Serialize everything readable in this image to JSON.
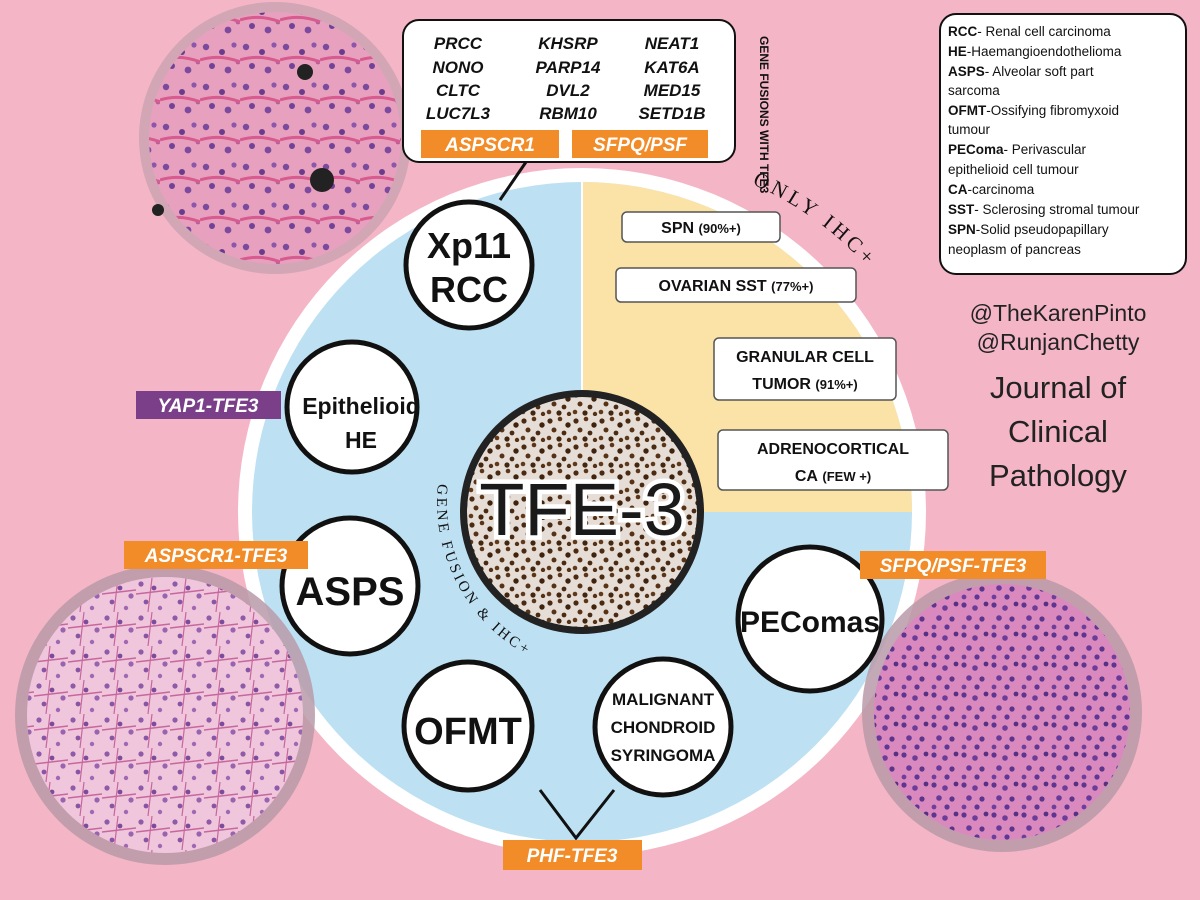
{
  "center": {
    "label": "TFE-3"
  },
  "gene_fusion_box": {
    "title": "GENE FUSIONS WITH TFE3",
    "genes": [
      "PRCC",
      "NONO",
      "CLTC",
      "LUC7L3",
      "KHSRP",
      "PARP14",
      "DVL2",
      "RBM10",
      "NEAT1",
      "KAT6A",
      "MED15",
      "SETD1B"
    ],
    "tags": [
      "ASPSCR1",
      "SFPQ/PSF"
    ]
  },
  "arc_labels": {
    "ihc_only": "ONLY IHC+",
    "fusion_ihc": "GENE FUSION & IHC+"
  },
  "fusion_tumours": {
    "xp11": {
      "line1": "Xp11",
      "line2": "RCC"
    },
    "he": {
      "line1": "Epithelioid",
      "line2": "HE",
      "tag": "YAP1-TFE3"
    },
    "asps": {
      "label": "ASPS",
      "tag": "ASPSCR1-TFE3"
    },
    "ofmt": {
      "label": "OFMT"
    },
    "mcs": {
      "line1": "MALIGNANT",
      "line2": "CHONDROID",
      "line3": "SYRINGOMA"
    },
    "phf_tag": "PHF-TFE3",
    "pecoma": {
      "label": "PEComas",
      "tag": "SFPQ/PSF-TFE3"
    }
  },
  "ihc_only_tumours": [
    {
      "name": "SPN",
      "pct": "(90%+)"
    },
    {
      "name": "OVARIAN SST",
      "pct": "(77%+)"
    },
    {
      "name": "GRANULAR CELL",
      "name2": "TUMOR",
      "pct": "(91%+)"
    },
    {
      "name": "ADRENOCORTICAL",
      "name2": "CA",
      "pct": "(FEW +)"
    }
  ],
  "glossary": [
    {
      "abbr": "RCC",
      "def": "- Renal cell carcinoma"
    },
    {
      "abbr": "HE",
      "def": "-Haemangioendothelioma"
    },
    {
      "abbr": "ASPS",
      "def": "- Alveolar soft part",
      "def2": "sarcoma"
    },
    {
      "abbr": "OFMT",
      "def": "-Ossifying fibromyxoid",
      "def2": "tumour"
    },
    {
      "abbr": "PEComa",
      "def": "- Perivascular",
      "def2": "epithelioid cell tumour"
    },
    {
      "abbr": "CA",
      "def": "-carcinoma"
    },
    {
      "abbr": "SST",
      "def": "- Sclerosing stromal tumour"
    },
    {
      "abbr": "SPN",
      "def": "-Solid pseudopapillary",
      "def2": "neoplasm of pancreas"
    }
  ],
  "credits": {
    "handle1": "@TheKarenPinto",
    "handle2": "@RunjanChetty"
  },
  "journal": {
    "line1": "Journal of",
    "line2": "Clinical",
    "line3": "Pathology"
  },
  "colors": {
    "background": "#f4b6c6",
    "fusion_half": "#bde1f3",
    "ihc_quadrant": "#fbe3a8",
    "tag_orange": "#f28c28",
    "tag_purple": "#7b3f8a",
    "he_stain_pink": "#d9679a",
    "ihc_brown": "#6b3d1e"
  }
}
